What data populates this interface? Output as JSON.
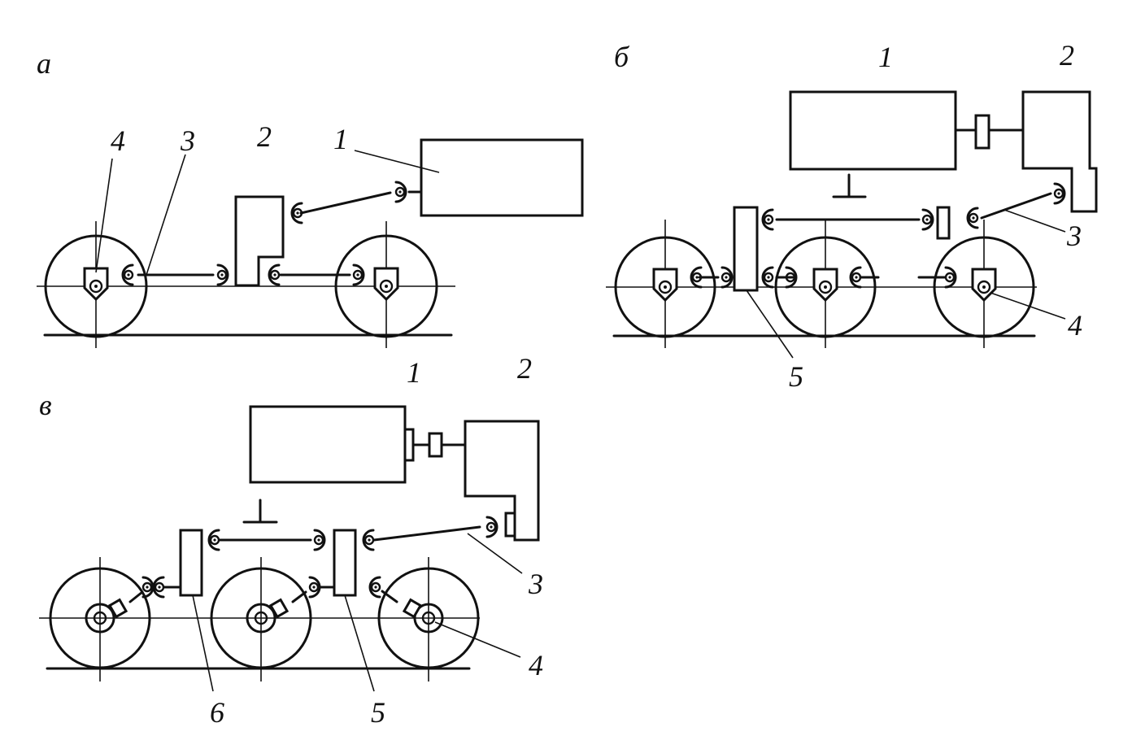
{
  "diagram": {
    "panels": [
      {
        "id": "a",
        "letter": "а",
        "labels": {
          "l1": "1",
          "l2": "2",
          "l3": "3",
          "l4": "4"
        }
      },
      {
        "id": "b",
        "letter": "б",
        "labels": {
          "l1": "1",
          "l2": "2",
          "l3": "3",
          "l4": "4",
          "l5": "5"
        }
      },
      {
        "id": "c",
        "letter": "в",
        "labels": {
          "l1": "1",
          "l2": "2",
          "l3": "3",
          "l4": "4",
          "l5": "5",
          "l6": "6"
        }
      }
    ],
    "colors": {
      "ink": "#111111",
      "background": "#ffffff"
    }
  }
}
